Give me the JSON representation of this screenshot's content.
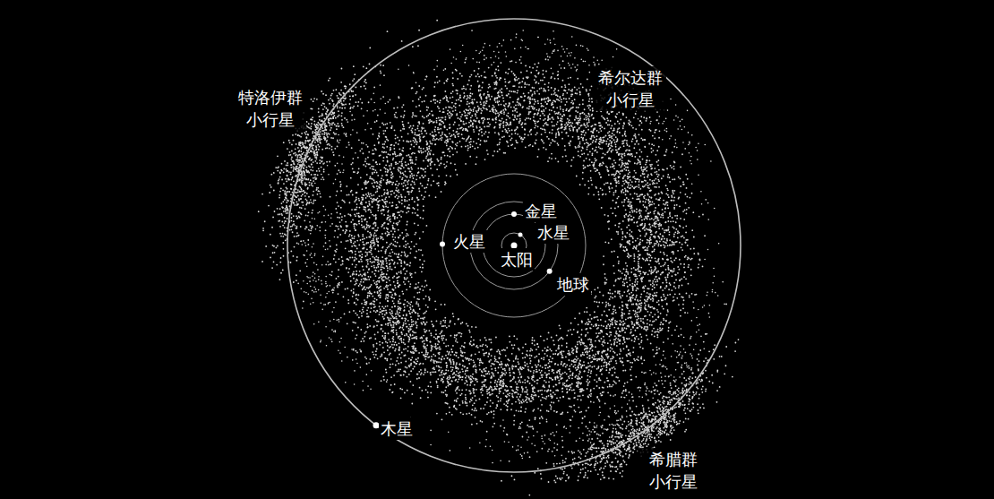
{
  "diagram": {
    "labels": [
      "特洛伊群 小行星",
      "希尔达群 小行星",
      "金星",
      "水星",
      "火星",
      "太阳",
      "地球",
      "木星",
      "希腊群 小行星"
    ]
  }
}
